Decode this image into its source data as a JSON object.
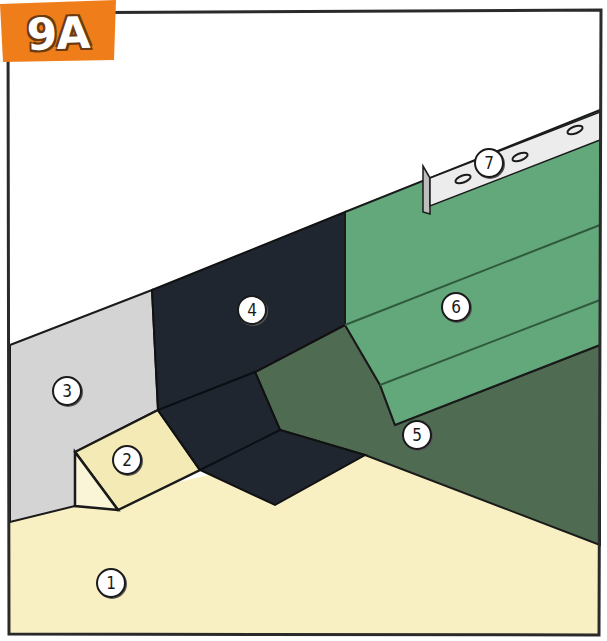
{
  "diagram": {
    "title": "9A",
    "labels": [
      "1",
      "2",
      "3",
      "4",
      "5",
      "6",
      "7"
    ]
  }
}
